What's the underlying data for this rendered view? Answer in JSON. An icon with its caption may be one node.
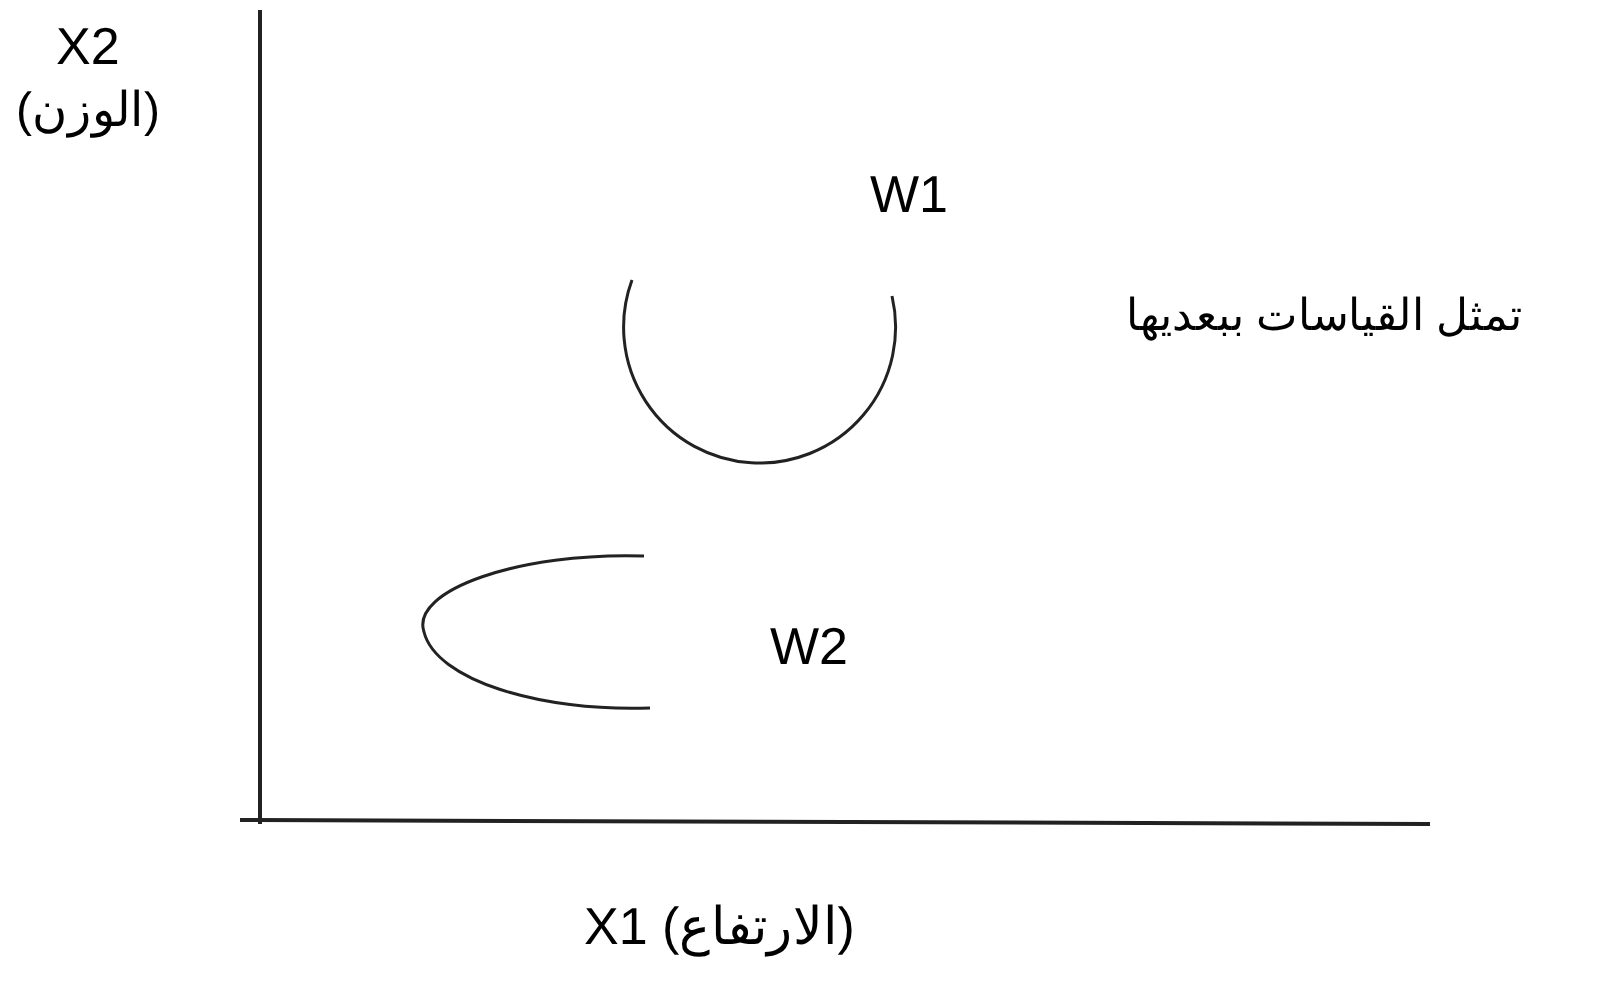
{
  "diagram": {
    "labels": [
      "X2",
      "(الوزن)",
      "W1",
      "تمثل القياسات ببعديها",
      "W2",
      "X1 (الارتفاع)"
    ]
  }
}
